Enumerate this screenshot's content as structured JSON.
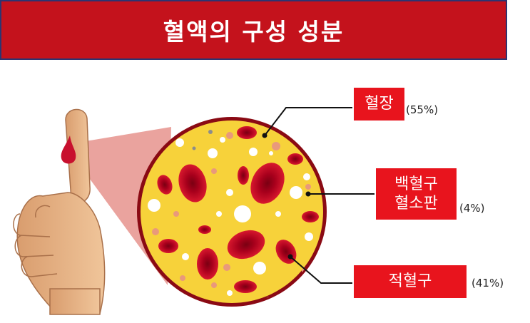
{
  "title": "혈액의 구성 성분",
  "labels": {
    "plasma": {
      "name": "혈장",
      "percent": "(55%)"
    },
    "wbc_platelet": {
      "name_line1": "백혈구",
      "name_line2": "혈소판",
      "percent": "(4%)"
    },
    "rbc": {
      "name": "적혈구",
      "percent": "(41%)"
    }
  },
  "colors": {
    "banner": "#c4121c",
    "banner_border": "#2d3470",
    "label_box": "#e8141d",
    "plasma": "#f7d23a",
    "red_cell": "#c8102e",
    "skin": "#e8b58a"
  }
}
